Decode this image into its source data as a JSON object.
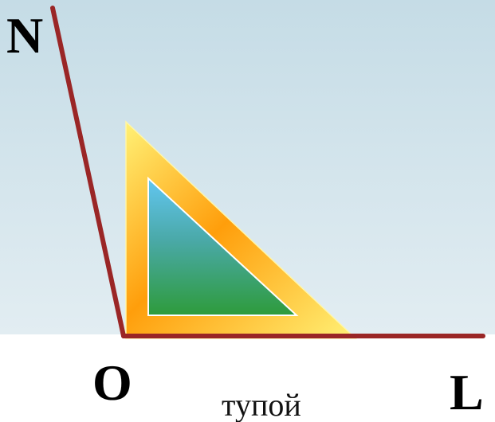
{
  "diagram": {
    "points": {
      "n": "N",
      "o": "O",
      "l": "L"
    },
    "caption": "тупой",
    "colors": {
      "background_top": "#c5dce6",
      "background_bottom": "#e2edf2",
      "lower_background": "#ffffff",
      "rays": "#9a2626",
      "set_square_outer": "#ff9e0b",
      "set_square_highlight": "#fff176",
      "set_square_inner_top": "#62c6f2",
      "set_square_inner_bottom": "#2e9b3b"
    },
    "icons": [
      "set-square-icon"
    ]
  }
}
